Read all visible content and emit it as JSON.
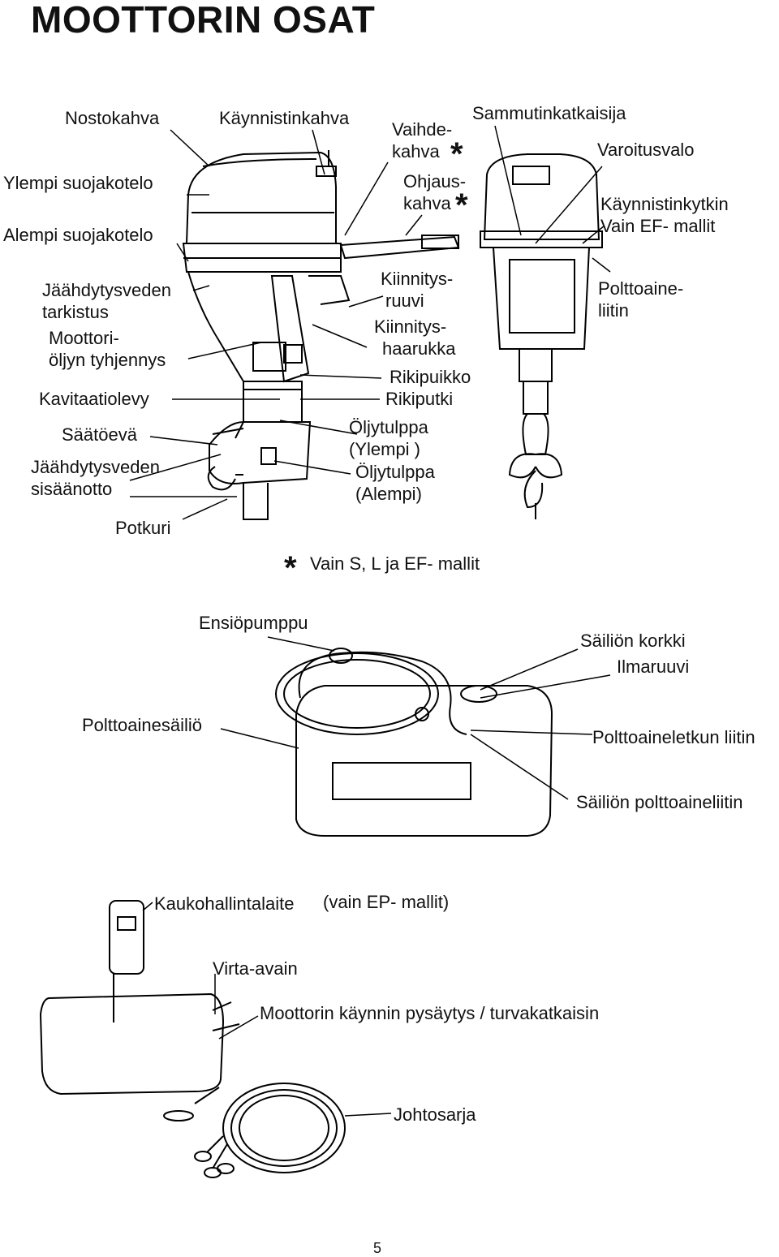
{
  "title": "MOOTTORIN OSAT",
  "engine_labels": {
    "nostokahva": "Nostokahva",
    "kaynnistinkahva": "Käynnistinkahva",
    "vaihdekahva_1": "Vaihde-",
    "vaihdekahva_2": "kahva",
    "ohjauskahva_1": "Ohjaus-",
    "ohjauskahva_2": "kahva",
    "sammutinkatkaisija": "Sammutinkatkaisija",
    "varoitusvalo": "Varoitusvalo",
    "ylempi_suojakotelo": "Ylempi suojakotelo",
    "alempi_suojakotelo": "Alempi suojakotelo",
    "kaynnistinkytkin_1": "Käynnistinkytkin",
    "kaynnistinkytkin_2": "Vain EF- mallit",
    "jaahdytysveden_tarkistus_1": "Jäähdytysveden",
    "jaahdytysveden_tarkistus_2": "tarkistus",
    "moottorioljyn_1": "Moottori-",
    "moottorioljyn_2": "öljyn tyhjennys",
    "kiinnitysruuvi_1": "Kiinnitys-",
    "kiinnitysruuvi_2": "ruuvi",
    "kiinnityshaarukka_1": "Kiinnitys-",
    "kiinnityshaarukka_2": "haarukka",
    "polttoaineliitin_1": "Polttoaine-",
    "polttoaineliitin_2": "liitin",
    "rikipuikko": "Rikipuikko",
    "kavitaatiolevy": "Kavitaatiolevy",
    "rikiputki": "Rikiputki",
    "saatoeva": "Säätöevä",
    "oljytulppa_ylempi_1": "Öljytulppa",
    "oljytulppa_ylempi_2": "(Ylempi )",
    "jaahdytysveden_sisaanotto_1": "Jäähdytysveden",
    "jaahdytysveden_sisaanotto_2": "sisäänotto",
    "oljytulppa_alempi_1": "Öljytulppa",
    "oljytulppa_alempi_2": "(Alempi)",
    "potkuri": "Potkuri"
  },
  "asterisk": "*",
  "footnote": "Vain S, L ja EF- mallit",
  "tank_labels": {
    "ensiopumppu": "Ensiöpumppu",
    "sailion_korkki": "Säiliön korkki",
    "ilmaruuvi": "Ilmaruuvi",
    "polttoainesailio": "Polttoainesäiliö",
    "polttoaineletkun_liitin": "Polttoaineletkun liitin",
    "sailion_polttoaineliitin": "Säiliön polttoaineliitin"
  },
  "remote_labels": {
    "kaukohallintalaite": "Kaukohallintalaite",
    "vain_ep": "(vain EP- mallit)",
    "virta_avain": "Virta-avain",
    "pysaytys": "Moottorin käynnin pysäytys / turvakatkaisin",
    "johtosarja": "Johtosarja"
  },
  "page_number": "5"
}
